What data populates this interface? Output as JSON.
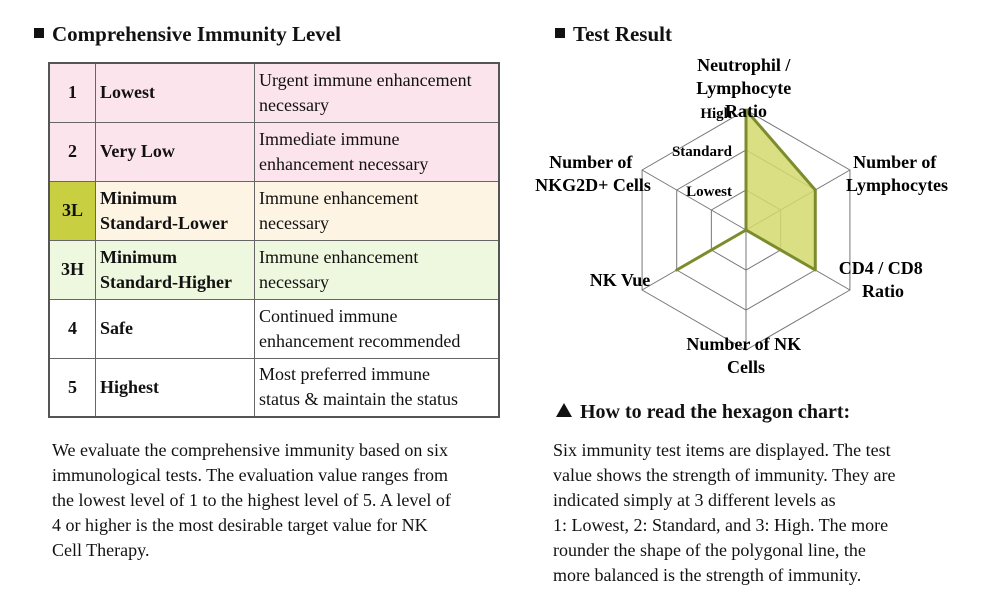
{
  "left_heading": "Comprehensive Immunity Level",
  "levels": [
    {
      "level": "1",
      "name_lines": [
        "Lowest"
      ],
      "desc_lines": [
        "Urgent immune enhancement",
        "necessary"
      ]
    },
    {
      "level": "2",
      "name_lines": [
        "Very Low"
      ],
      "desc_lines": [
        "Immediate immune",
        "enhancement necessary"
      ]
    },
    {
      "level": "3L",
      "name_lines": [
        "Minimum",
        "Standard-Lower"
      ],
      "desc_lines": [
        "Immune enhancement",
        "necessary"
      ]
    },
    {
      "level": "3H",
      "name_lines": [
        "Minimum",
        "Standard-Higher"
      ],
      "desc_lines": [
        "Immune enhancement",
        "necessary"
      ]
    },
    {
      "level": "4",
      "name_lines": [
        "Safe"
      ],
      "desc_lines": [
        "Continued immune",
        "enhancement recommended"
      ]
    },
    {
      "level": "5",
      "name_lines": [
        "Highest"
      ],
      "desc_lines": [
        "Most preferred immune",
        "status & maintain the status"
      ]
    }
  ],
  "left_paragraph": [
    "We evaluate the comprehensive immunity based on six",
    "immunological tests. The evaluation value ranges from",
    "the lowest level of 1 to the highest level of 5. A level of",
    "4 or higher is the most desirable target value for NK",
    "Cell Therapy."
  ],
  "right_heading": "Test Result",
  "how_to_heading": "How to read the hexagon chart:",
  "right_paragraph": [
    "Six immunity test items are displayed. The test",
    "value shows the strength of immunity. They are",
    "indicated simply at 3 different levels as",
    "1: Lowest, 2: Standard, and 3: High. The more",
    "rounder the shape of the polygonal line, the",
    "more balanced is the strength of immunity."
  ],
  "colors": {
    "fill": "#d5d96e",
    "stroke": "#7c8c2c",
    "grid": "#777777"
  },
  "chart_data": {
    "type": "radar",
    "levels": [
      "Lowest",
      "Standard",
      "High"
    ],
    "level_labels": {
      "high": "High",
      "standard": "Standard",
      "lowest": "Lowest"
    },
    "axes": [
      {
        "label_lines": [
          "Neutrophil /",
          "Lymphocyte",
          "Ratio"
        ],
        "value": 3
      },
      {
        "label_lines": [
          "Number of",
          "Lymphocytes"
        ],
        "value": 2
      },
      {
        "label_lines": [
          "CD4 / CD8",
          "Ratio"
        ],
        "value": 2
      },
      {
        "label_lines": [
          "Number of NK",
          "Cells"
        ],
        "value": 0
      },
      {
        "label_lines": [
          "NK Vue"
        ],
        "value": 2
      },
      {
        "label_lines": [
          "Number of",
          "NKG2D+ Cells"
        ],
        "value": 0
      }
    ]
  }
}
